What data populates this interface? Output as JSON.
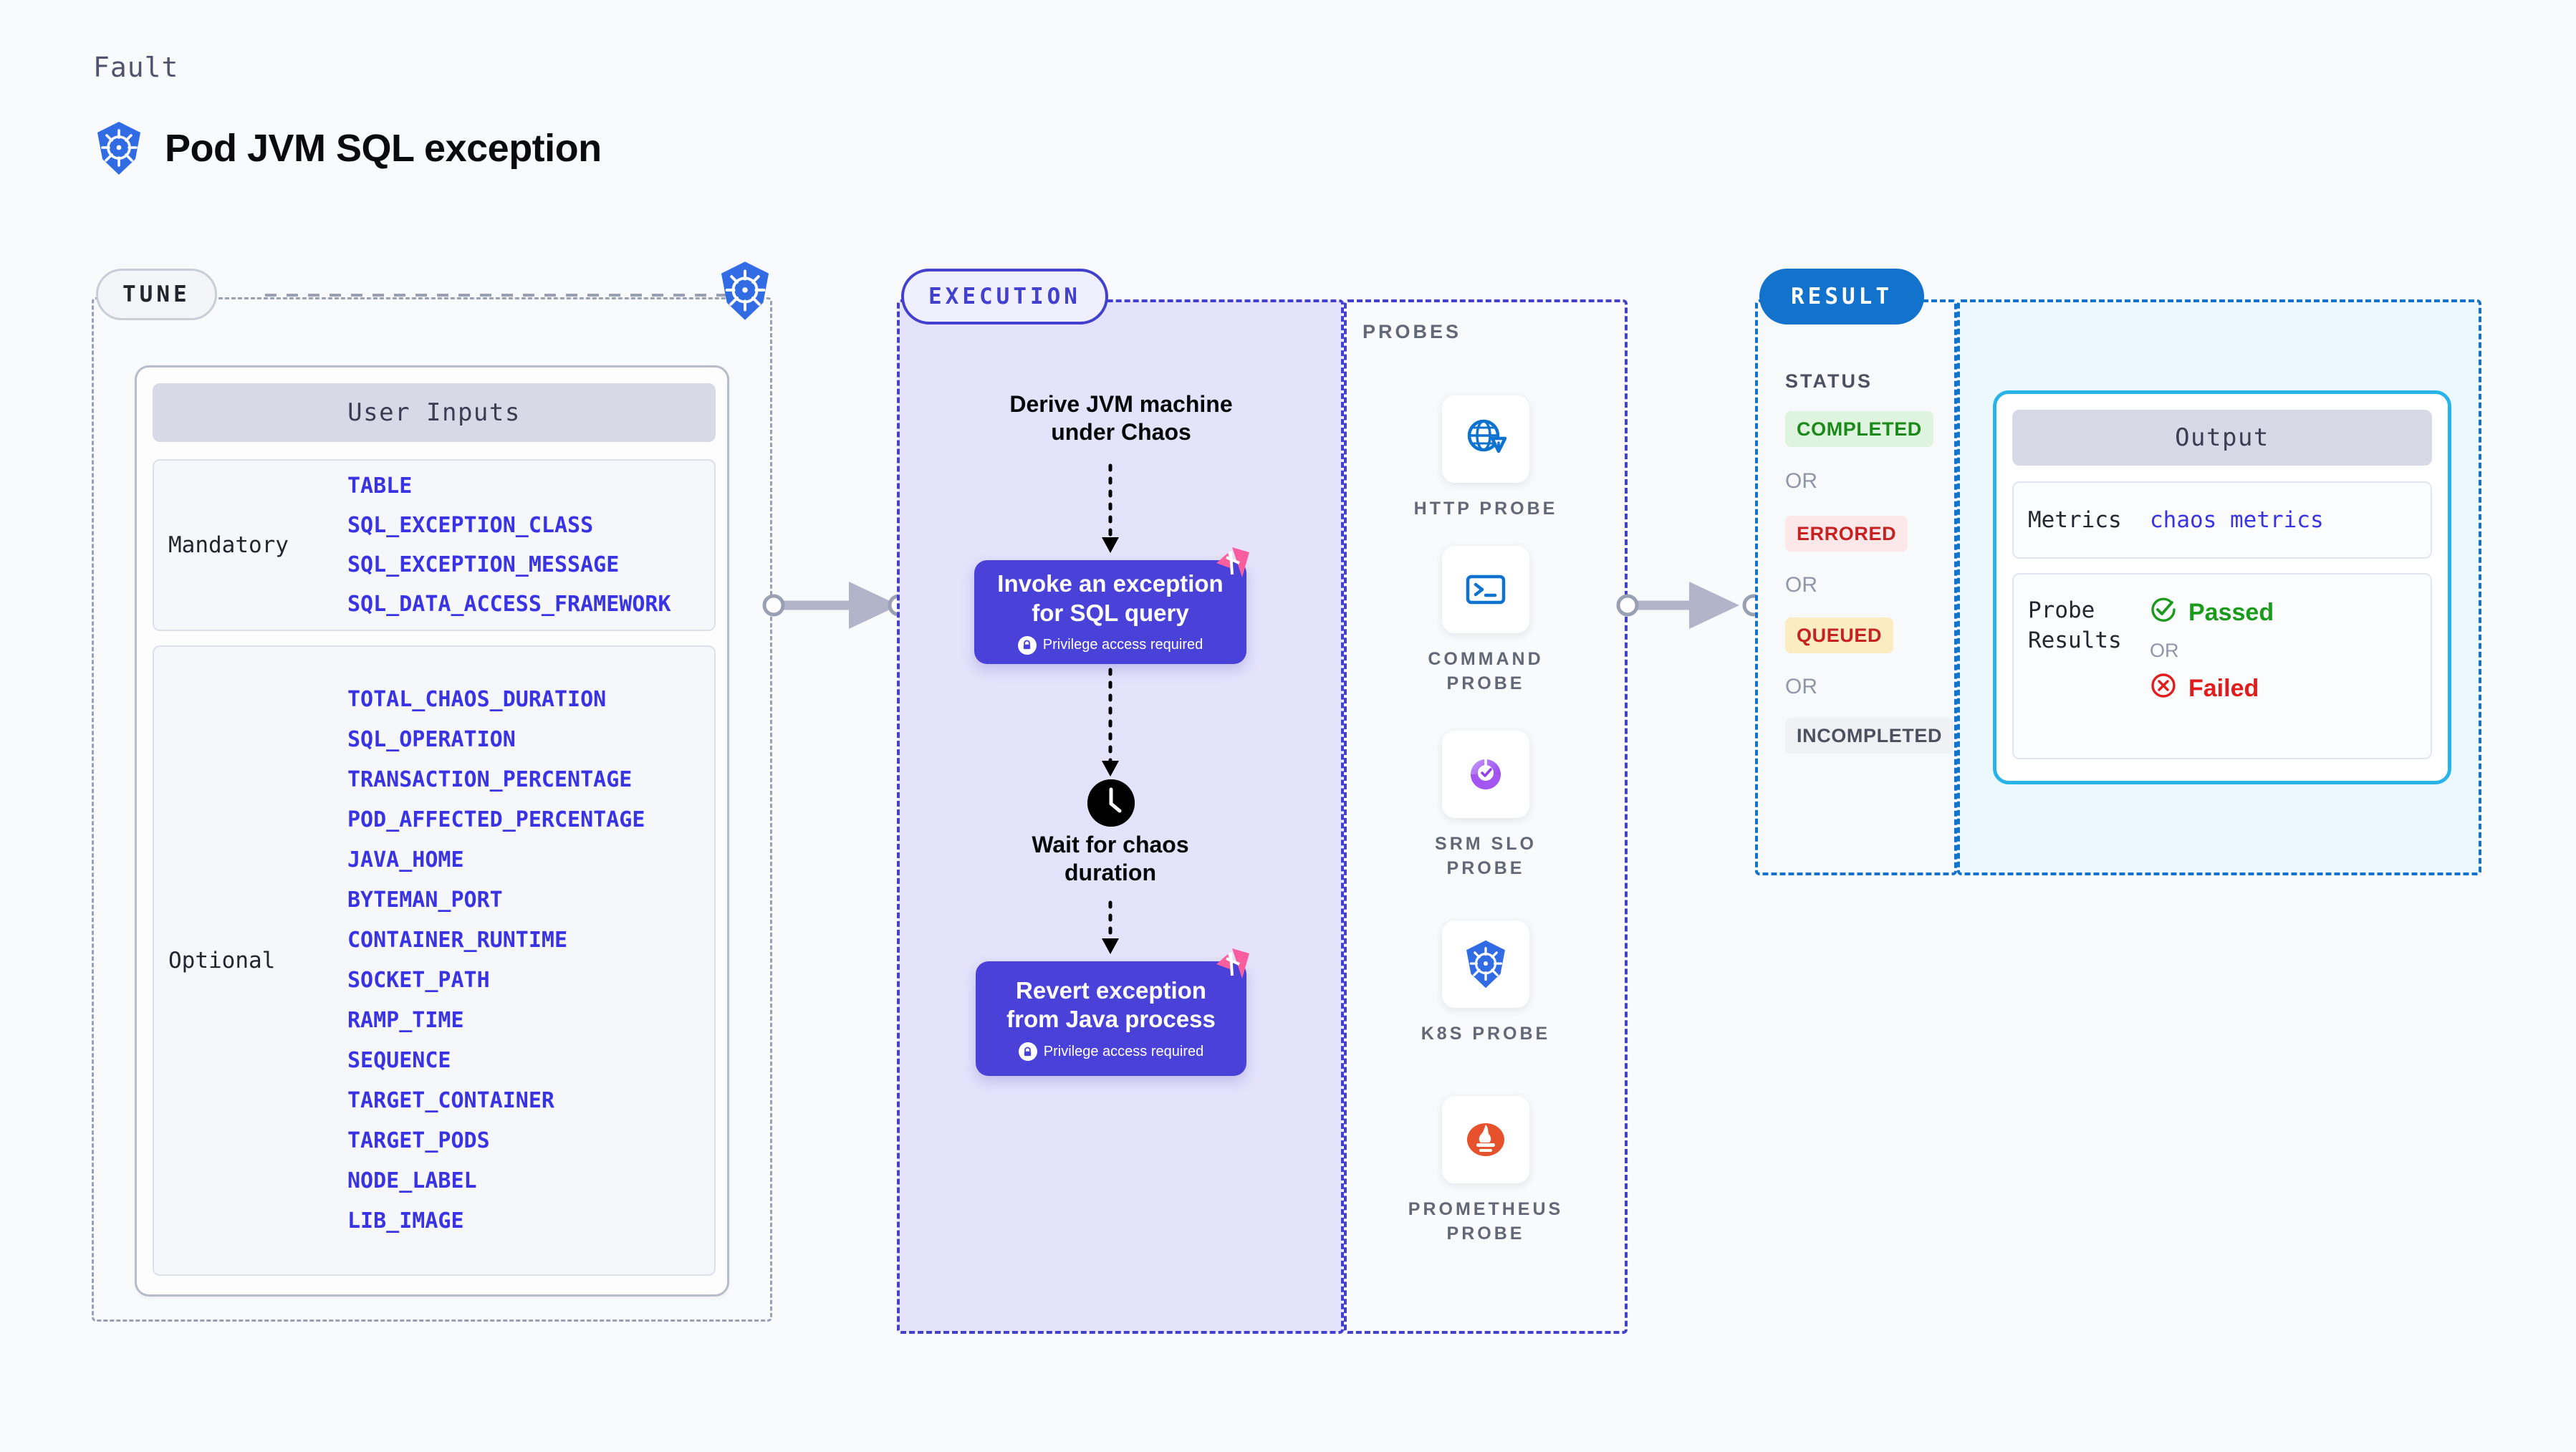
{
  "header": {
    "kicker": "Fault",
    "title": "Pod JVM SQL exception",
    "icon": "kubernetes-icon"
  },
  "tune": {
    "pill_label": "TUNE",
    "card_title": "User Inputs",
    "groups": [
      {
        "label": "Mandatory",
        "params": [
          "TABLE",
          "SQL_EXCEPTION_CLASS",
          "SQL_EXCEPTION_MESSAGE",
          "SQL_DATA_ACCESS_FRAMEWORK"
        ]
      },
      {
        "label": "Optional",
        "params": [
          "TOTAL_CHAOS_DURATION",
          "SQL_OPERATION",
          "TRANSACTION_PERCENTAGE",
          "POD_AFFECTED_PERCENTAGE",
          "JAVA_HOME",
          "BYTEMAN_PORT",
          "CONTAINER_RUNTIME",
          "SOCKET_PATH",
          "RAMP_TIME",
          "SEQUENCE",
          "TARGET_CONTAINER",
          "TARGET_PODS",
          "NODE_LABEL",
          "LIB_IMAGE"
        ]
      }
    ]
  },
  "execution": {
    "pill_label": "EXECUTION",
    "step1_text": "Derive JVM machine\nunder Chaos",
    "action1_title": "Invoke an exception\nfor SQL query",
    "action1_sub": "Privilege access required",
    "wait_text": "Wait for chaos\nduration",
    "action2_title": "Revert exception\nfrom Java process",
    "action2_sub": "Privilege access required"
  },
  "probes": {
    "label": "PROBES",
    "items": [
      {
        "name": "HTTP PROBE",
        "icon": "http-probe-icon"
      },
      {
        "name": "COMMAND\nPROBE",
        "icon": "command-probe-icon"
      },
      {
        "name": "SRM SLO\nPROBE",
        "icon": "srm-slo-probe-icon"
      },
      {
        "name": "K8S PROBE",
        "icon": "k8s-probe-icon"
      },
      {
        "name": "PROMETHEUS\nPROBE",
        "icon": "prometheus-probe-icon"
      }
    ]
  },
  "result": {
    "pill_label": "RESULT",
    "status_label": "STATUS",
    "or_label": "OR",
    "statuses": [
      {
        "label": "COMPLETED",
        "bg": "#DFF4DE",
        "fg": "#1B8A1B"
      },
      {
        "label": "ERRORED",
        "bg": "#FCE8E8",
        "fg": "#C62222"
      },
      {
        "label": "QUEUED",
        "bg": "#FCECC1",
        "fg": "#C62222"
      },
      {
        "label": "INCOMPLETED",
        "bg": "#EFF1F5",
        "fg": "#4D515F"
      }
    ],
    "output": {
      "title": "Output",
      "metrics_key": "Metrics",
      "metrics_value": "chaos metrics",
      "probe_results_key": "Probe\nResults",
      "passed_label": "Passed",
      "or_label": "OR",
      "failed_label": "Failed"
    }
  },
  "colors": {
    "page_bg": "#F9FAFC",
    "indigo": "#4340CE",
    "action_purple": "#4A42D8",
    "exec_bg": "#E4E3FB",
    "result_blue": "#1272CC",
    "output_border": "#29B3E8",
    "result_cyan_bg": "#EBF9FE",
    "param_blue": "#3A33E3",
    "harness_pink": "#FB5E9E",
    "k8s_blue": "#326CE5",
    "pass_green": "#1B9B1B",
    "fail_red": "#E01C1C"
  }
}
